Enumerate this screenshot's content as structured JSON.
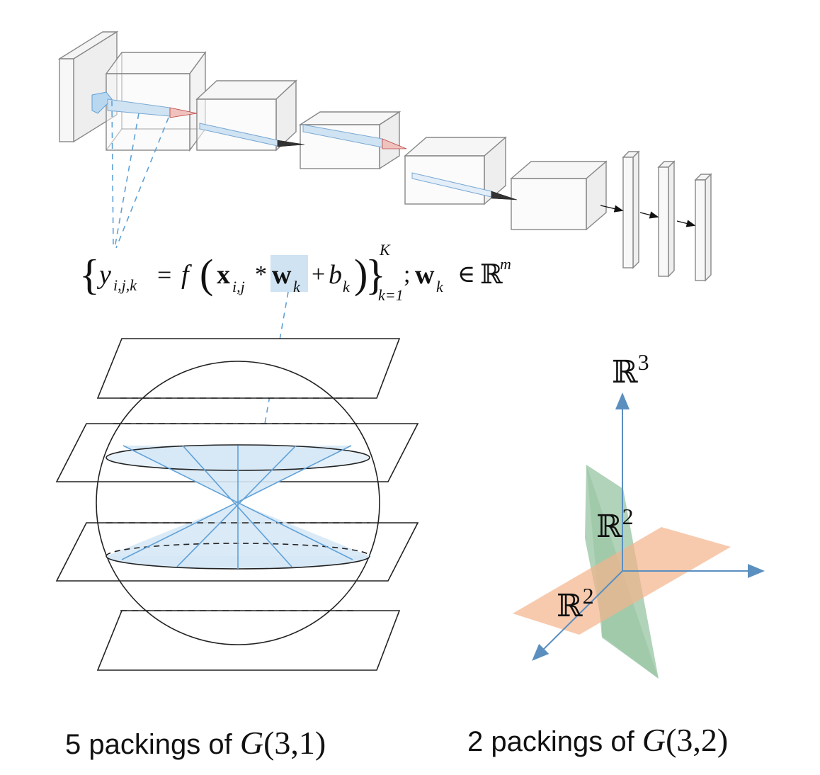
{
  "formula": {
    "y": "y",
    "y_sub": "i,j,k",
    "eq": "=",
    "f": "f",
    "x": "x",
    "x_sub": "i,j",
    "star": "*",
    "w": "w",
    "w_sub": "k",
    "plus": "+",
    "b": "b",
    "b_sub": "k",
    "sup_K": "K",
    "sub_range": "k=1",
    "semicolon": ";",
    "w2": "w",
    "w2_sub": "k",
    "in": "∈",
    "R": "ℝ",
    "R_sup": "m"
  },
  "labels": {
    "R3": "ℝ",
    "R3_sup": "3",
    "R2_green": "ℝ",
    "R2_green_sup": "2",
    "R2_orange": "ℝ",
    "R2_orange_sup": "2"
  },
  "captions": {
    "left_prefix": "5 packings of",
    "left_math": "G(3,1)",
    "right_prefix": "2 packings of",
    "right_math": "G(3,2)"
  },
  "colors": {
    "filter_blue": "#cfe3f3",
    "line_blue": "#5fa1d8",
    "axis_blue": "#5b8fbf",
    "plane_green": "#9dc8a8",
    "plane_orange": "#f3b48c",
    "box_gray": "#888888",
    "ink": "#1a1a1a"
  }
}
